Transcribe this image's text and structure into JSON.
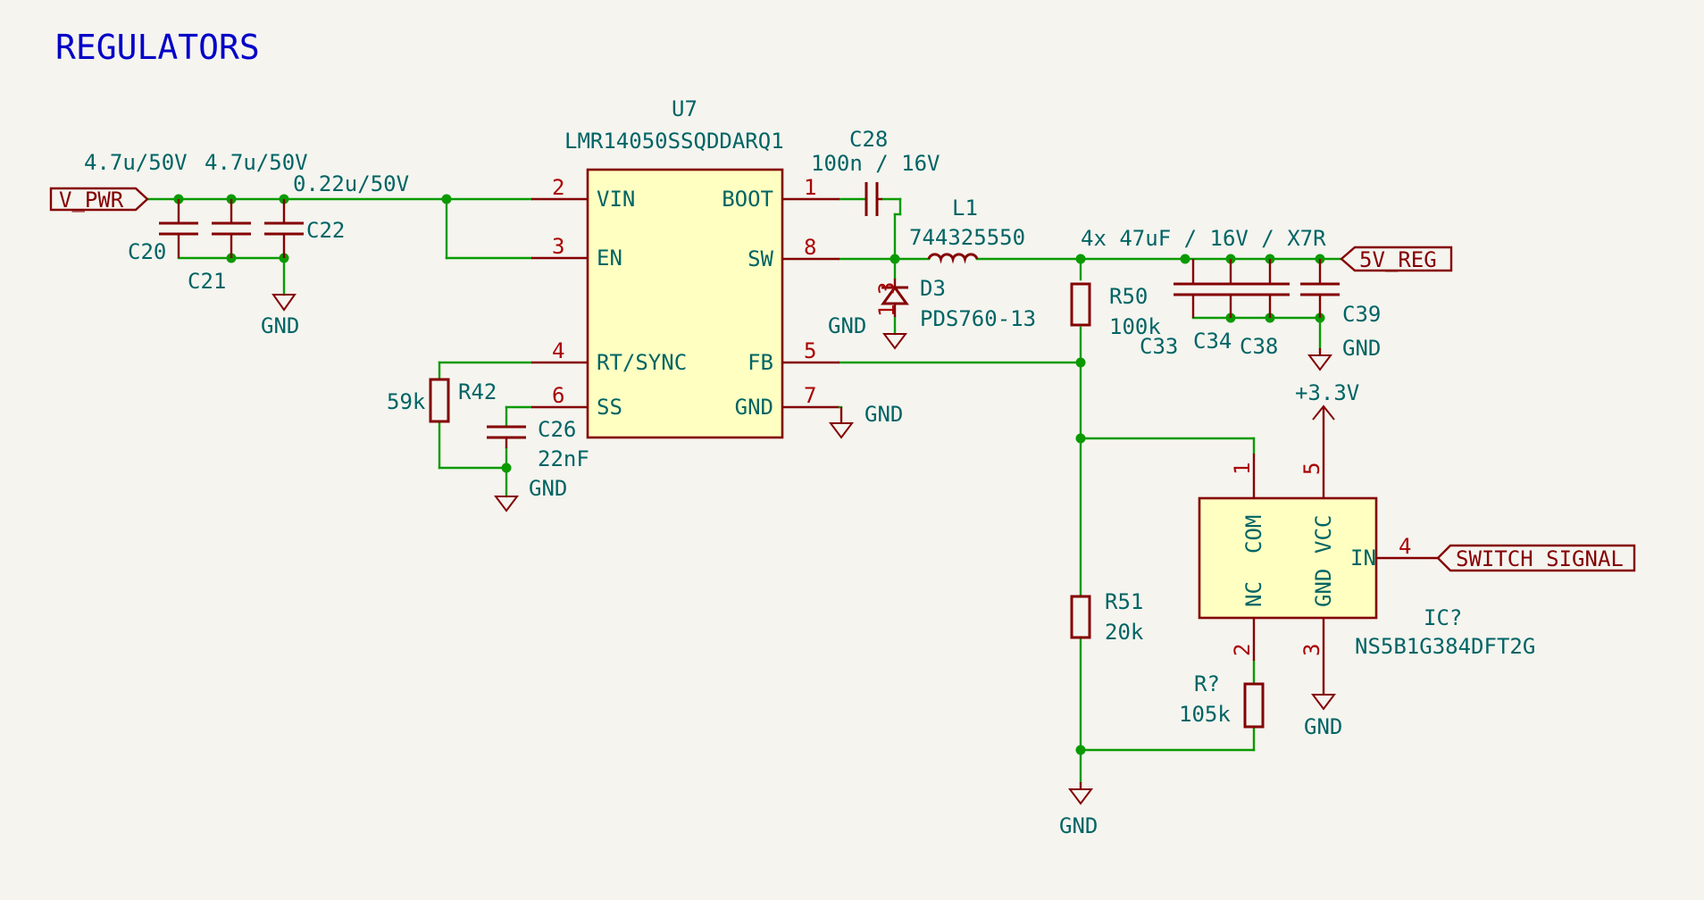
{
  "sheet_title": "REGULATORS",
  "colors": {
    "background": "#f5f4ef",
    "wire": "#0a9a00",
    "symbol": "#840000",
    "body_fill": "#ffffc2",
    "text": "#006464",
    "title": "#0000c8"
  },
  "labels": {
    "v_pwr": "V_PWR",
    "five_v_reg": "5V_REG",
    "switch_signal": "SWITCH_SIGNAL"
  },
  "power": {
    "gnd": "GND",
    "v33": "+3.3V"
  },
  "u7": {
    "ref": "U7",
    "value": "LMR14050SSQDDARQ1",
    "pins": {
      "vin": {
        "name": "VIN",
        "num": "2"
      },
      "en": {
        "name": "EN",
        "num": "3"
      },
      "rt": {
        "name": "RT/SYNC",
        "num": "4"
      },
      "ss": {
        "name": "SS",
        "num": "6"
      },
      "boot": {
        "name": "BOOT",
        "num": "1"
      },
      "sw": {
        "name": "SW",
        "num": "8"
      },
      "fb": {
        "name": "FB",
        "num": "5"
      },
      "gnd": {
        "name": "GND",
        "num": "7"
      }
    }
  },
  "ic_switch": {
    "ref": "IC?",
    "value": "NS5B1G384DFT2G",
    "pins": {
      "com": {
        "name": "COM",
        "num": "1"
      },
      "vcc": {
        "name": "VCC",
        "num": "5"
      },
      "in": {
        "name": "IN",
        "num": "4"
      },
      "nc": {
        "name": "NC",
        "num": "2"
      },
      "gnd": {
        "name": "GND",
        "num": "3"
      }
    }
  },
  "passives": {
    "c20": {
      "ref": "C20",
      "value": "4.7u/50V"
    },
    "c21": {
      "ref": "C21",
      "value": "4.7u/50V"
    },
    "c22": {
      "ref": "C22",
      "value": "0.22u/50V"
    },
    "c26": {
      "ref": "C26",
      "value": "22nF"
    },
    "c28": {
      "ref": "C28",
      "value": "100n / 16V"
    },
    "r42": {
      "ref": "R42",
      "value": "59k"
    },
    "l1": {
      "ref": "L1",
      "value": "744325550"
    },
    "d3": {
      "ref": "D3",
      "value": "PDS760-13",
      "pin_a": "1",
      "pin_b": "3"
    },
    "r50": {
      "ref": "R50",
      "value": "100k"
    },
    "r51": {
      "ref": "R51",
      "value": "20k"
    },
    "rq": {
      "ref": "R?",
      "value": "105k"
    },
    "c33": {
      "ref": "C33"
    },
    "c34": {
      "ref": "C34"
    },
    "c38": {
      "ref": "C38"
    },
    "c39": {
      "ref": "C39"
    },
    "out_caps_value": "4x 47uF / 16V / X7R"
  }
}
